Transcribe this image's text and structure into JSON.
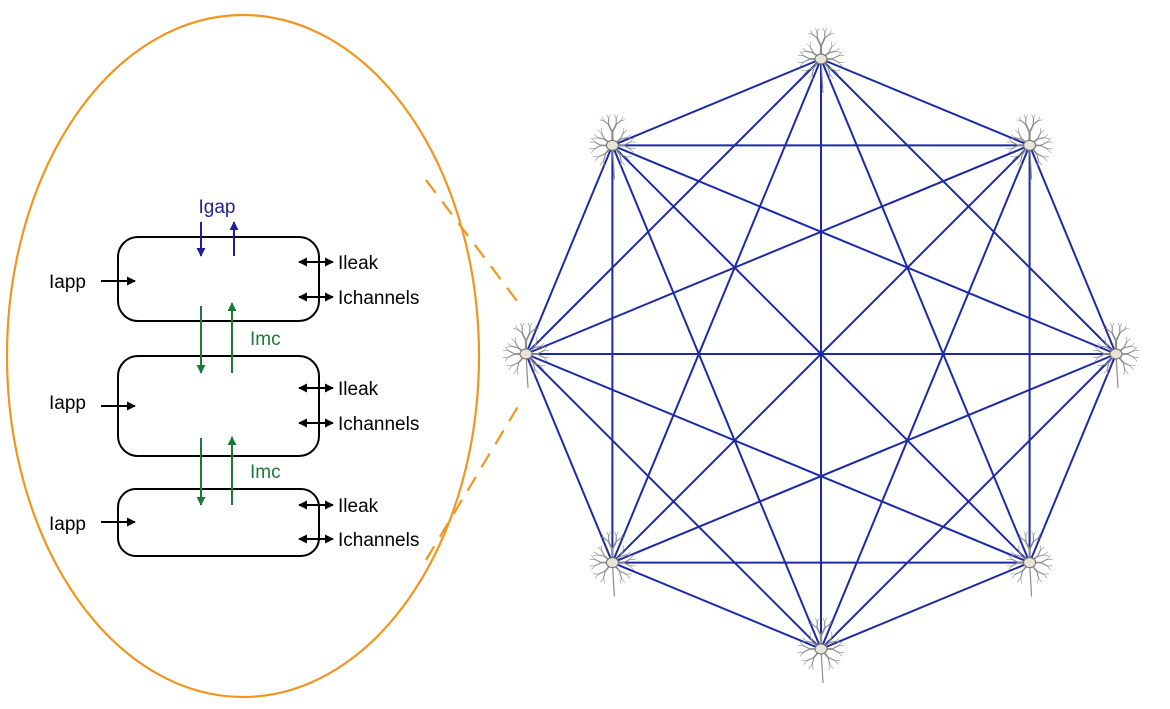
{
  "colors": {
    "black": "#000000",
    "gap_blue": "#1f1f9c",
    "imc_green": "#1a7a3a",
    "ellipse_orange": "#f0961e",
    "network_blue": "#1c2aa8",
    "neuron_gray": "#8c8c8c"
  },
  "compartment_model": {
    "compartments": [
      {
        "input_label": "Iapp",
        "right_labels": [
          "Ileak",
          "Ichannels"
        ]
      },
      {
        "input_label": "Iapp",
        "right_labels": [
          "Ileak",
          "Ichannels"
        ]
      },
      {
        "input_label": "Iapp",
        "right_labels": [
          "Ileak",
          "Ichannels"
        ]
      }
    ],
    "gap_label": "Igap",
    "coupling_labels": [
      "Imc",
      "Imc"
    ]
  },
  "network": {
    "node_count": 8,
    "node_icon": "neuron-icon",
    "connectivity": "all-to-all"
  }
}
